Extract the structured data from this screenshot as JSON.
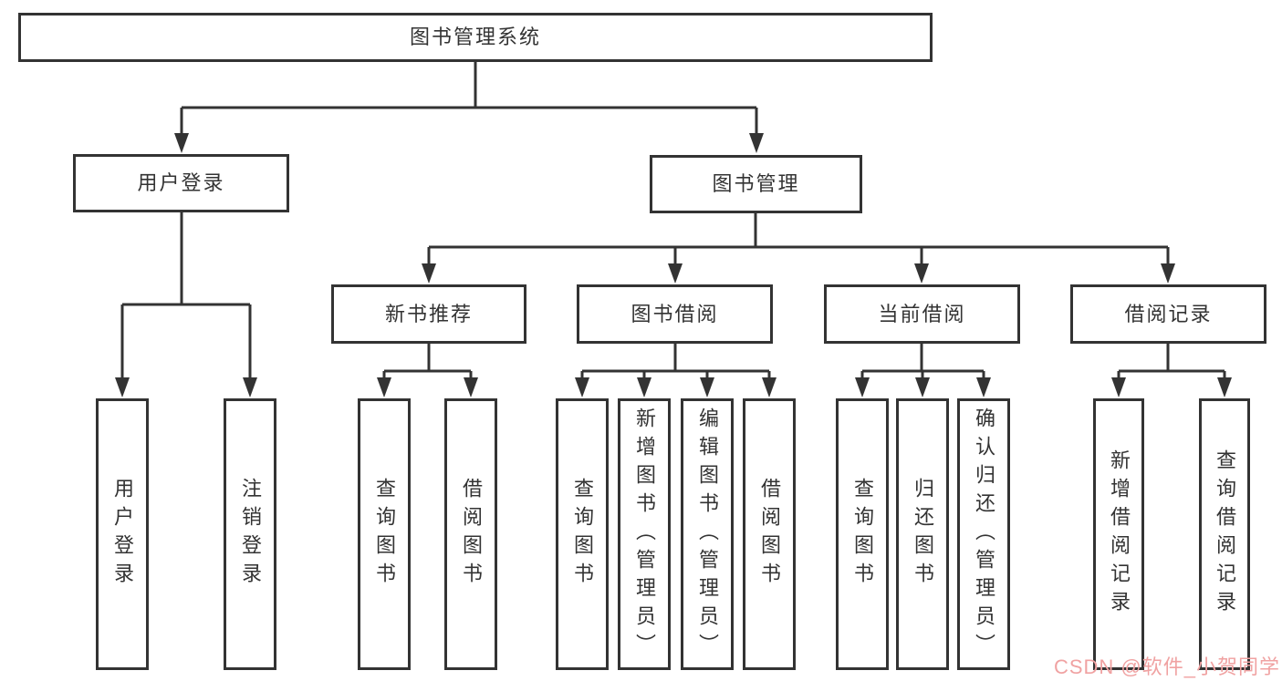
{
  "tree": {
    "label": "图书管理系统",
    "children": [
      {
        "label": "用户登录",
        "children": [
          {
            "label": "用户登录"
          },
          {
            "label": "注销登录"
          }
        ]
      },
      {
        "label": "图书管理",
        "children": [
          {
            "label": "新书推荐",
            "children": [
              {
                "label": "查询图书"
              },
              {
                "label": "借阅图书"
              }
            ]
          },
          {
            "label": "图书借阅",
            "children": [
              {
                "label": "查询图书"
              },
              {
                "label": "新增图书（管理员）"
              },
              {
                "label": "编辑图书（管理员）"
              },
              {
                "label": "借阅图书"
              }
            ]
          },
          {
            "label": "当前借阅",
            "children": [
              {
                "label": "查询图书"
              },
              {
                "label": "归还图书"
              },
              {
                "label": "确认归还（管理员）"
              }
            ]
          },
          {
            "label": "借阅记录",
            "children": [
              {
                "label": "新增借阅记录"
              },
              {
                "label": "查询借阅记录"
              }
            ]
          }
        ]
      }
    ]
  },
  "watermark": {
    "text": "CSDN @软件_小贺同学",
    "color": "#F0A2A2"
  },
  "colors": {
    "line": "#333333",
    "box_border": "#333333",
    "text": "#333333",
    "background": "#FFFFFF"
  }
}
